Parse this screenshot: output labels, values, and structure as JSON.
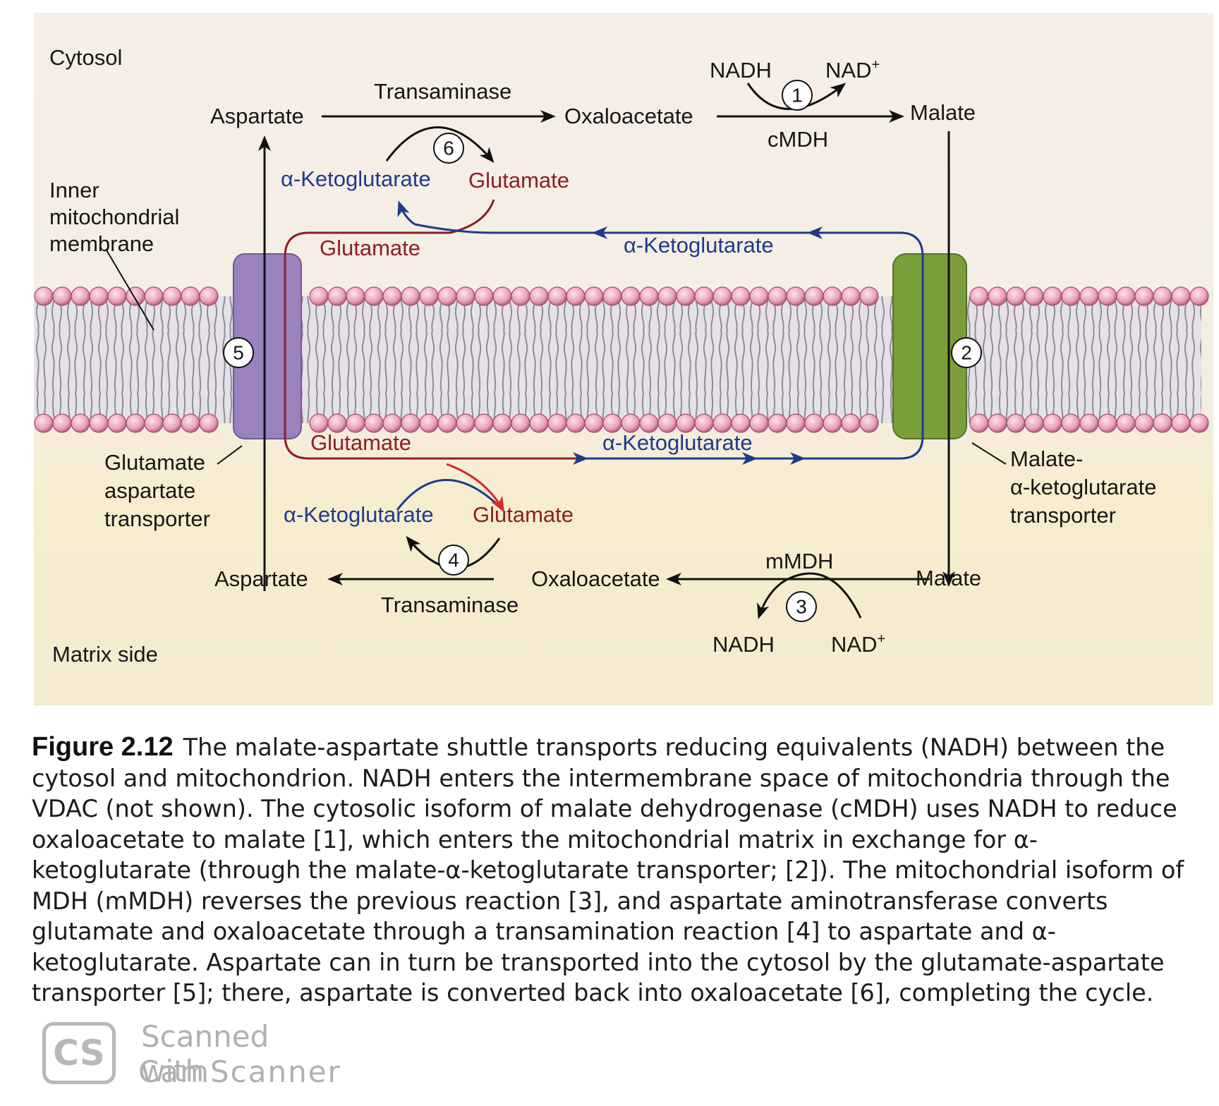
{
  "diagram": {
    "regions": {
      "cytosol": "Cytosol",
      "matrix": "Matrix side",
      "membrane": [
        "Inner",
        "mitochondrial",
        "membrane"
      ]
    },
    "cytosol_side": {
      "aspartate": "Aspartate",
      "transaminase": "Transaminase",
      "oxaloacetate": "Oxaloacetate",
      "nadh": "NADH",
      "nad_plus": "NAD",
      "nad_sup": "+",
      "cmdh": "cMDH",
      "malate": "Malate",
      "akg": "α-Ketoglutarate",
      "glutamate": "Glutamate"
    },
    "membrane_flows": {
      "glutamate_top": "Glutamate",
      "akg_top": "α-Ketoglutarate",
      "glutamate_bottom": "Glutamate",
      "akg_bottom": "α-Ketoglutarate"
    },
    "matrix_side": {
      "akg": "α-Ketoglutarate",
      "glutamate": "Glutamate",
      "aspartate": "Aspartate",
      "transaminase": "Transaminase",
      "oxaloacetate": "Oxaloacetate",
      "mmdh": "mMDH",
      "malate": "Malate",
      "nadh": "NADH",
      "nad_plus": "NAD",
      "nad_sup": "+"
    },
    "transporters": {
      "left": [
        "Glutamate",
        "aspartate",
        "transporter"
      ],
      "right": [
        "Malate-",
        "α-ketoglutarate",
        "transporter"
      ]
    },
    "steps": [
      "1",
      "2",
      "3",
      "4",
      "5",
      "6"
    ],
    "colors": {
      "membrane_head": "#e9a0b8",
      "left_transporter": "#9a82bd",
      "right_transporter": "#7a9e3a",
      "red_path": "#8c1f24",
      "blue_path": "#1f3a8c"
    }
  },
  "caption": {
    "figure_number": "Figure 2.12",
    "text": "The malate-aspartate shuttle transports reducing equivalents (NADH) between the cytosol and mitochondrion. NADH enters the intermembrane space of mitochondria through the VDAC (not shown). The cytosolic isoform of malate dehydrogenase (cMDH) uses NADH to reduce oxaloacetate to malate [1], which enters the mitochondrial matrix in exchange for α-ketoglutarate (through the malate-α-ketoglutarate transporter; [2]). The mitochondrial isoform of MDH (mMDH) reverses the previous reaction [3], and aspartate aminotransferase converts glutamate and oxaloacetate through a transamination reaction [4] to aspartate and α-ketoglutarate. Aspartate can in turn be transported into the cytosol by the glutamate-aspartate transporter [5]; there, aspartate is converted back into oxaloacetate [6], completing the cycle."
  },
  "watermark": {
    "logo": "CS",
    "line1": "Scanned with",
    "line2": "CamScanner"
  }
}
